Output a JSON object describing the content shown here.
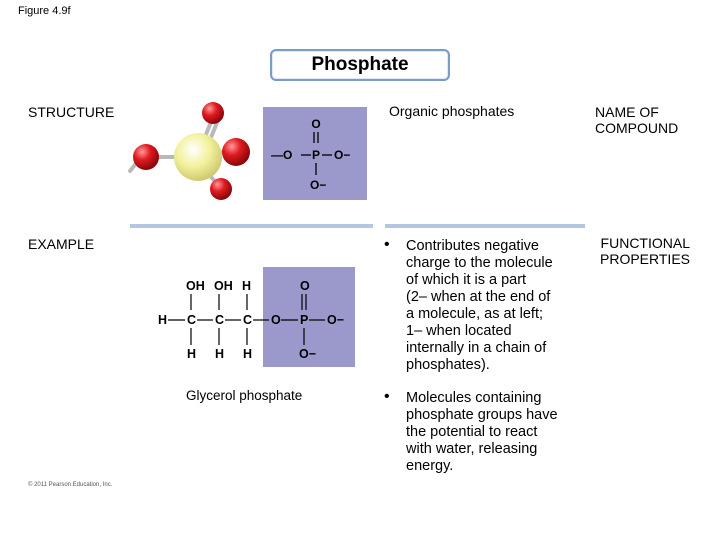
{
  "figure_label": "Figure 4.9f",
  "title": "Phosphate",
  "row_labels": {
    "structure": "STRUCTURE",
    "example": "EXAMPLE"
  },
  "header": {
    "organic": "Organic phosphates",
    "name_line1": "NAME OF",
    "name_line2": "COMPOUND",
    "func_line1": "FUNCTIONAL",
    "func_line2": "PROPERTIES"
  },
  "structure_formula": {
    "o": "O",
    "p": "P",
    "o_minus": "O−",
    "bond_left": "—O"
  },
  "example_formula": {
    "oh": "OH",
    "h": "H",
    "c": "C",
    "o": "O",
    "p": "P",
    "o_minus": "O−"
  },
  "caption": "Glycerol phosphate",
  "bullets": [
    {
      "lines": [
        "Contributes negative",
        "charge to the molecule",
        "of which it is a part",
        "(2– when at the end of",
        "a molecule, as at left;",
        "1– when located",
        "internally in a chain of",
        "phosphates)."
      ]
    },
    {
      "lines": [
        "Molecules containing",
        "phosphate groups have",
        "the potential to react",
        "with water, releasing",
        "energy."
      ]
    }
  ],
  "bullet_glyph": "•",
  "copyright": "© 2011 Pearson Education, Inc.",
  "colors": {
    "panel": "#9b99cc",
    "rule": "#b3c7e0",
    "oxygen": "#d8141c",
    "phosphorus": "#f1ef9e",
    "title_border": "#7a9cc6"
  }
}
